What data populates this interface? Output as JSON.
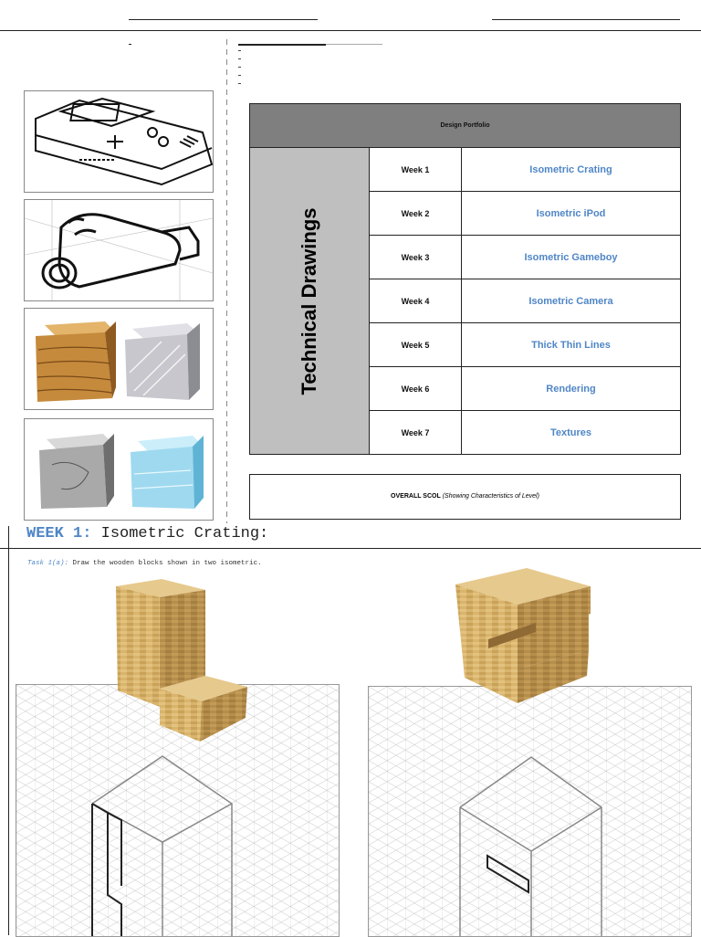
{
  "portfolio": {
    "header": "Design Portfolio",
    "section_label": "Technical Drawings",
    "weeks": [
      {
        "week": "Week 1",
        "title": "Isometric Crating"
      },
      {
        "week": "Week 2",
        "title": "Isometric iPod"
      },
      {
        "week": "Week 3",
        "title": "Isometric Gameboy"
      },
      {
        "week": "Week 4",
        "title": "Isometric Camera"
      },
      {
        "week": "Week 5",
        "title": "Thick Thin Lines"
      },
      {
        "week": "Week 6",
        "title": "Rendering"
      },
      {
        "week": "Week 7",
        "title": "Textures"
      }
    ],
    "scol_label": "OVERALL SCOL",
    "scol_note": "(Showing Characteristics of Level)"
  },
  "week_section": {
    "label": "WEEK 1:",
    "title": "Isometric Crating:",
    "task_label": "Task 1(a):",
    "task_text": "Draw the wooden blocks shown in two isometric."
  },
  "colors": {
    "accent": "#4f86c6",
    "header_fill": "#7f7f7f",
    "side_fill": "#bfbfbf",
    "wood": "#d4b06a"
  },
  "icons": [
    "gameboy-sketch",
    "camera-sketch",
    "wood-cube-render",
    "metal-cube-render",
    "stone-cube-render",
    "ice-cube-render",
    "wooden-l-block",
    "wooden-e-block"
  ]
}
